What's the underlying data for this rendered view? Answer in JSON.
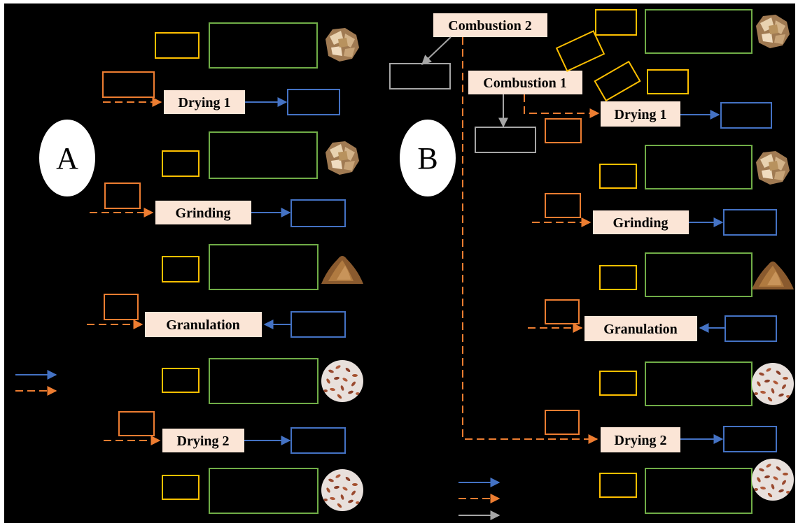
{
  "panels": {
    "a": {
      "letter": "A"
    },
    "b": {
      "letter": "B"
    }
  },
  "processes": {
    "drying1": "Drying 1",
    "grinding": "Grinding",
    "granulation": "Granulation",
    "drying2": "Drying 2",
    "combustion1": "Combustion 1",
    "combustion2": "Combustion 2"
  },
  "legend": {
    "items": [
      {
        "style": "solid",
        "color": "#4472c4"
      },
      {
        "style": "dashed",
        "color": "#ed7d31"
      },
      {
        "style": "solid",
        "color": "#a6a6a6"
      }
    ]
  },
  "colors": {
    "background": "#000000",
    "label_fill": "#fbe5d6",
    "input_box": "#ffc000",
    "material_box": "#70ad47",
    "output_box": "#4472c4",
    "energy_box": "#ed7d31",
    "emission_box": "#a6a6a6",
    "energy_flow": "#ed7d31",
    "output_flow": "#4472c4",
    "emission_flow": "#a6a6a6"
  },
  "icons": {
    "chips": "wood-chips-icon",
    "powder": "sawdust-pile-icon",
    "pellets": "pellets-icon"
  }
}
